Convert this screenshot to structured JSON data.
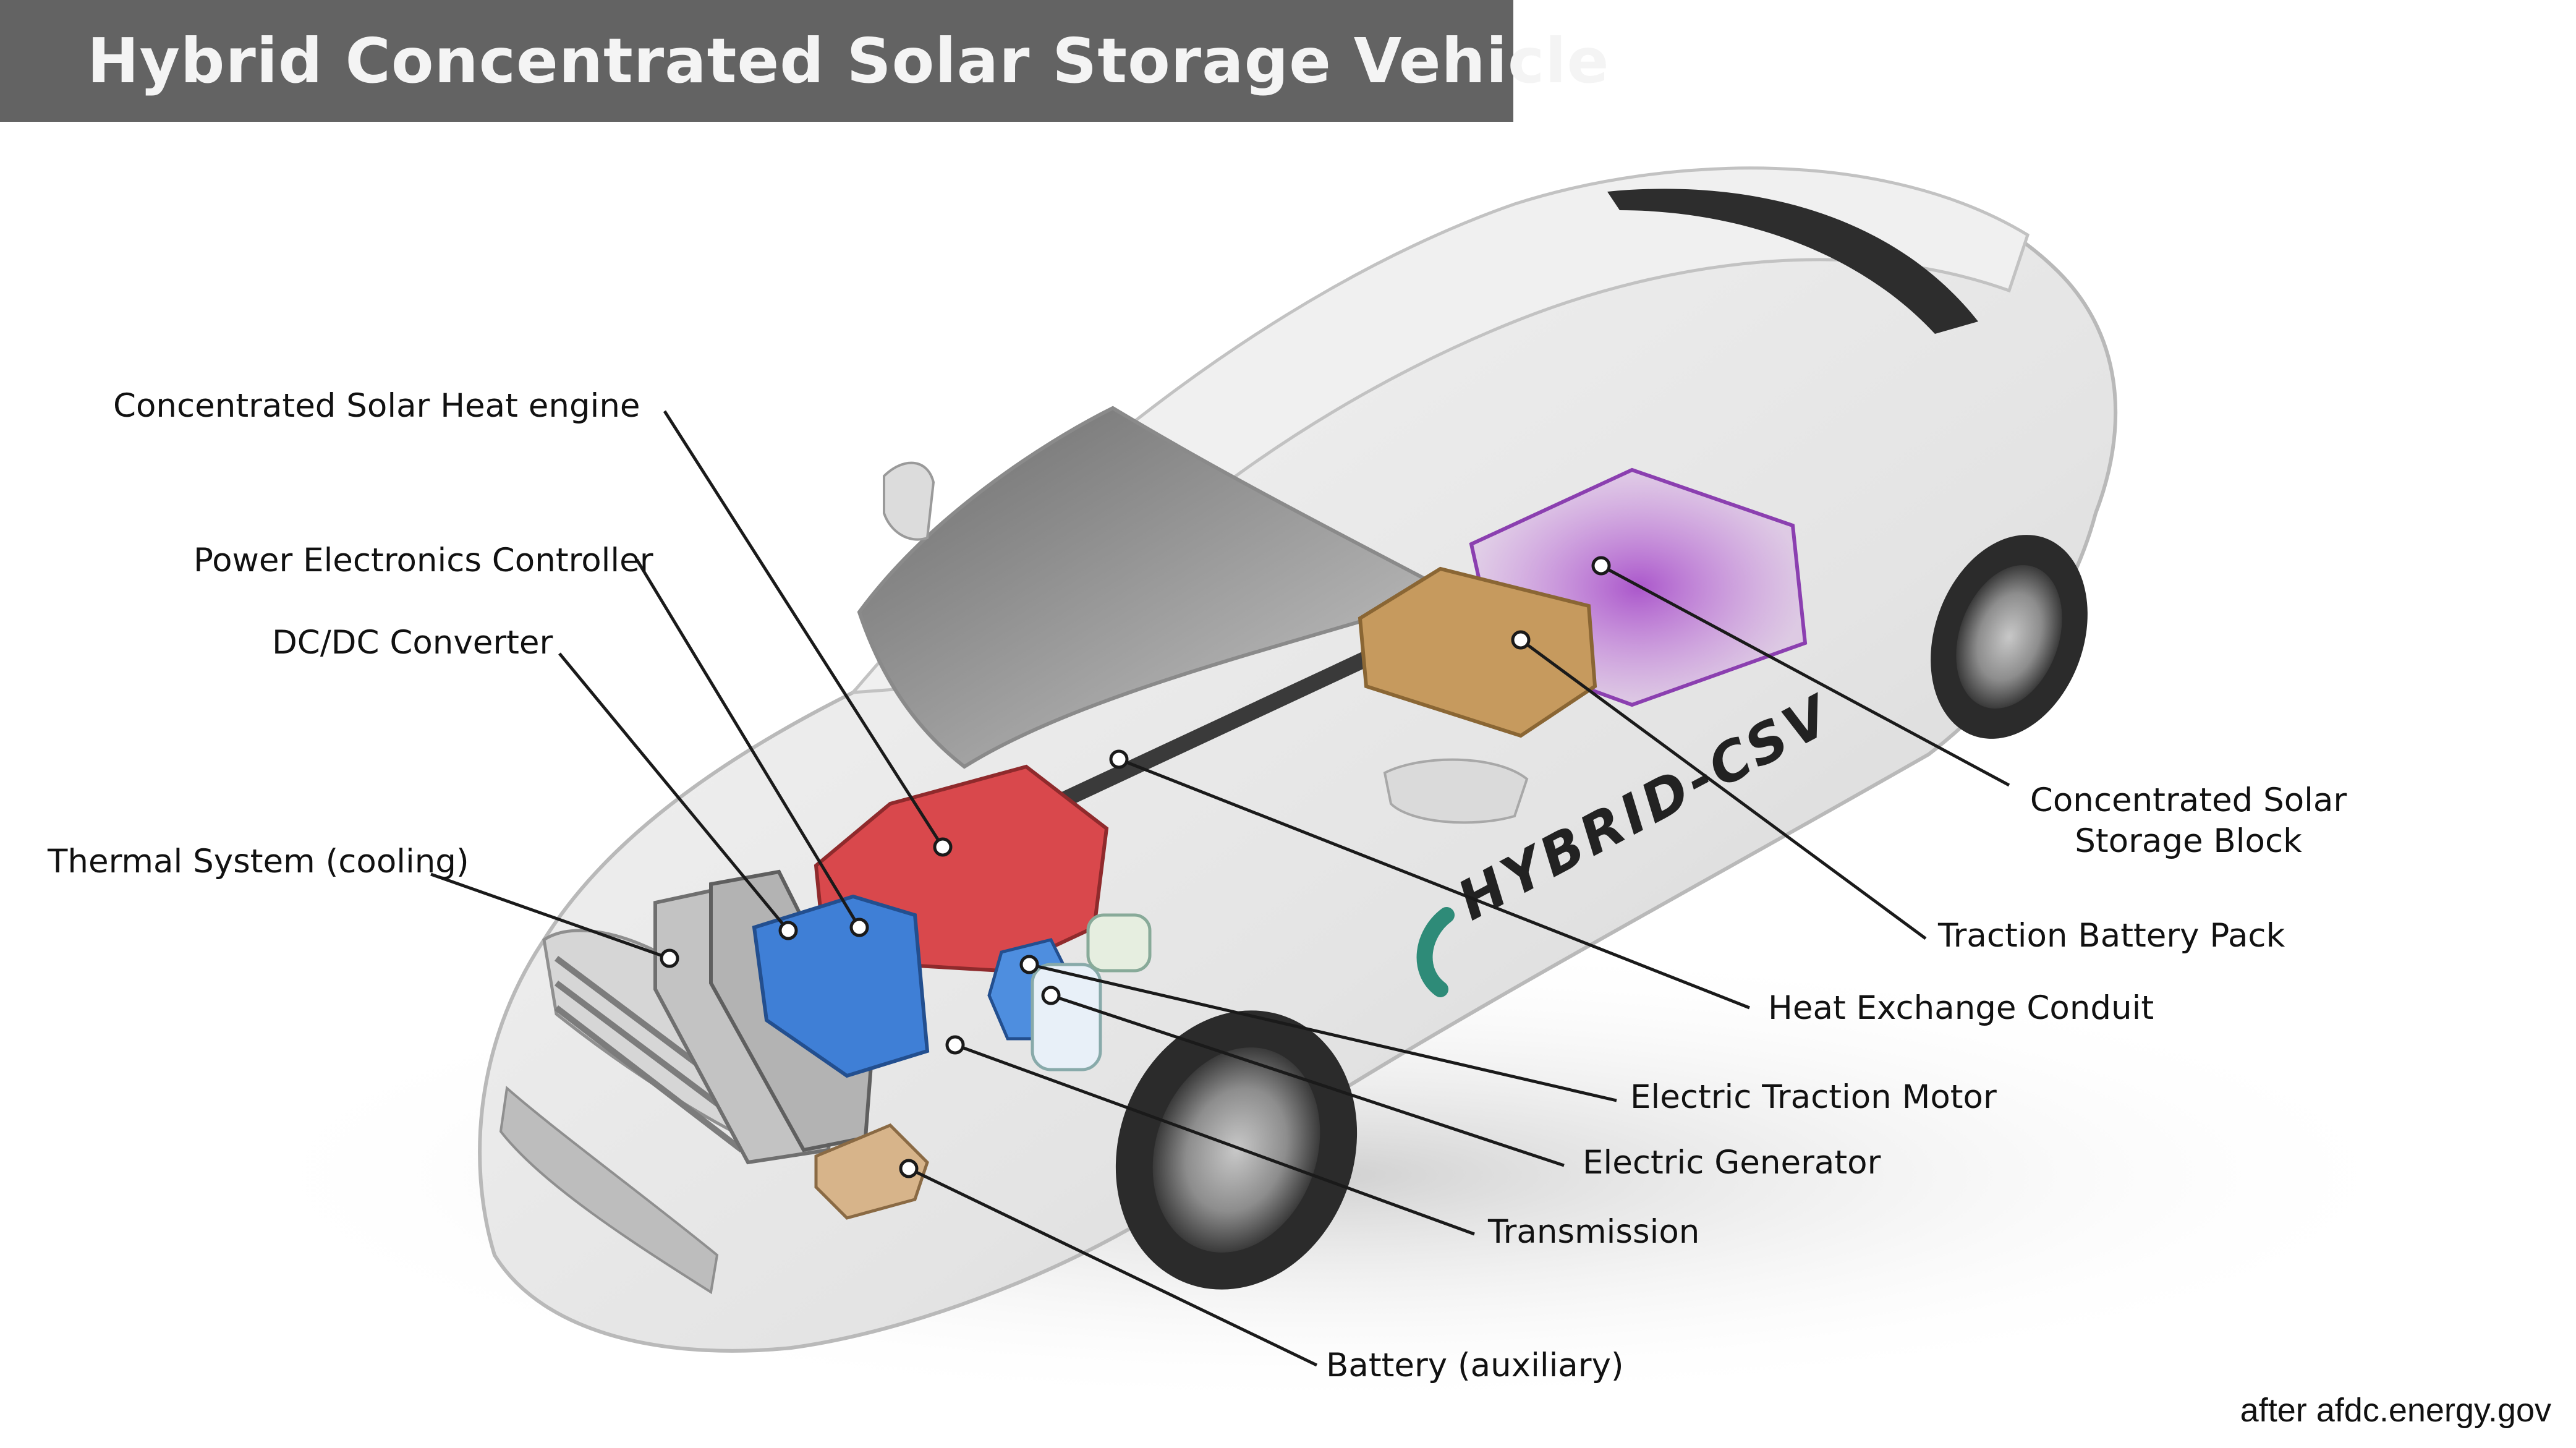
{
  "title": "Hybrid Concentrated Solar Storage Vehicle",
  "car_badge": "HYBRID-CSV",
  "labels": {
    "solar_heat_engine": "Concentrated Solar Heat engine",
    "power_electronics": "Power Electronics Controller",
    "dcdc_converter": "DC/DC Converter",
    "thermal_system": "Thermal System (cooling)",
    "storage_block_line1": "Concentrated Solar",
    "storage_block_line2": "Storage Block",
    "traction_battery": "Traction Battery Pack",
    "heat_exchange": "Heat Exchange Conduit",
    "traction_motor": "Electric Traction Motor",
    "generator": "Electric Generator",
    "transmission": "Transmission",
    "aux_battery": "Battery (auxiliary)"
  },
  "credit": {
    "prefix": "after",
    "source": "afdc.energy.gov"
  },
  "colors": {
    "title_bar": "#636363",
    "engine": "#d9484c",
    "motor_blocks": "#3f7fd6",
    "storage_block": "#b25fd0",
    "traction_battery": "#c69a5e",
    "badge_logo": "#2e8b78"
  }
}
